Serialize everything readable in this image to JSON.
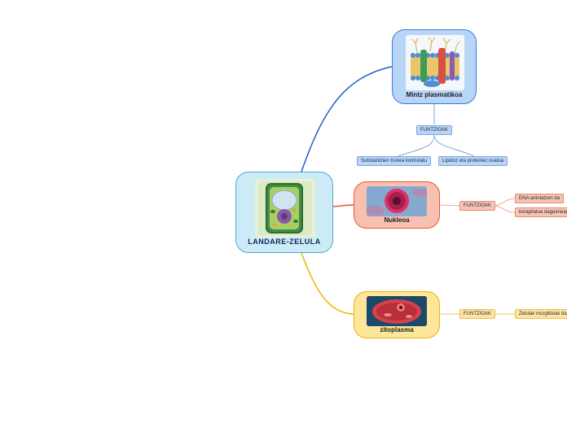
{
  "mindmap": {
    "central": {
      "label": "LANDARE-ZELULA"
    },
    "branches": [
      {
        "key": "mintz",
        "label": "Mintz plasmatikoa",
        "color": "#1f5fc8",
        "functions_label": "FUNTZIOAK",
        "functions": [
          "Substantzien trukea kontrolatu",
          "Lipidoz eta proteinez osatua"
        ]
      },
      {
        "key": "nukleoa",
        "label": "Nukleoa",
        "color": "#e6562f",
        "functions_label": "FUNTZIOAK",
        "functions": [
          "DNA antolatzen da",
          "korapilatua dagoenean"
        ]
      },
      {
        "key": "zitoplasma",
        "label": "zitoplasma",
        "color": "#f0b400",
        "functions_label": "FUNTZIOAK",
        "functions": [
          "Zelulak murgilduak da"
        ]
      }
    ]
  }
}
